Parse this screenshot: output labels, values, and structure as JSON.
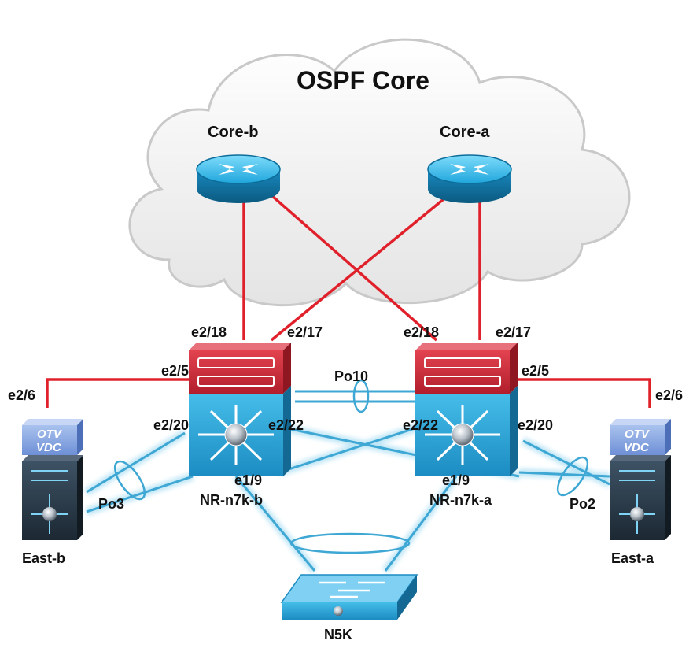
{
  "title": "OSPF Core",
  "devices": {
    "core_b": "Core-b",
    "core_a": "Core-a",
    "nr_b": "NR-n7k-b",
    "nr_a": "NR-n7k-a",
    "east_b": "East-b",
    "east_a": "East-a",
    "n5k": "N5K"
  },
  "ports": {
    "b_e218": "e2/18",
    "b_e217": "e2/17",
    "a_e218": "e2/18",
    "a_e217": "e2/17",
    "b_e25": "e2/5",
    "a_e25": "e2/5",
    "eb_e26": "e2/6",
    "ea_e26": "e2/6",
    "b_e220": "e2/20",
    "b_e222": "e2/22",
    "a_e222": "e2/22",
    "a_e220": "e2/20",
    "b_e19": "e1/9",
    "a_e19": "e1/9"
  },
  "port_channels": {
    "po10": "Po10",
    "po3": "Po3",
    "po2": "Po2"
  },
  "otv": {
    "line1": "OTV",
    "line2": "VDC"
  },
  "colors": {
    "l3_link": "#e0202a",
    "l2_link": "#3ea7d4",
    "router_top": "#3ec2ef",
    "router_side": "#0d6d9a",
    "switch_red": "#c8293a",
    "switch_blue": "#2da6d8",
    "dark_switch": "#2b3c4b",
    "cloud": "#eeeeee"
  }
}
